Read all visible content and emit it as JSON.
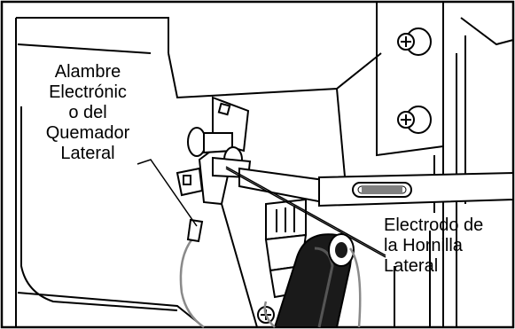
{
  "callouts": {
    "wire": [
      "Alambre",
      "Electrónic",
      "o del",
      "Quemador",
      "Lateral"
    ],
    "electrode": [
      "Electrodo de",
      "la Hornilla",
      "Lateral"
    ]
  },
  "colors": {
    "line": "#000000",
    "background": "#ffffff",
    "hose": "#1a1a1a",
    "wire_gray": "#8a8a8a"
  }
}
